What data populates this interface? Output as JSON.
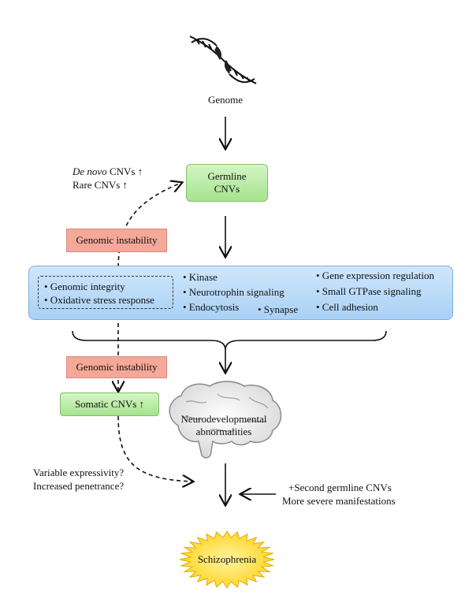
{
  "genome_label": "Genome",
  "germline_box": {
    "line1": "Germline",
    "line2": "CNVs"
  },
  "rate_notes": {
    "de_novo_italic": "De novo",
    "de_novo_rest": " CNVs ↑",
    "rare": "Rare CNVs ↑"
  },
  "genomic_instability_1": "Genomic instability",
  "genomic_instability_2": "Genomic instability",
  "pathways": {
    "dashed_group": [
      "• Genomic integrity",
      "• Oxidative  stress response"
    ],
    "col2": [
      "• Kinase",
      "• Neurotrophin signaling",
      "• Endocytosis"
    ],
    "synapse": "• Synapse",
    "col3": [
      "• Gene expression regulation",
      "• Small  GTPase signaling",
      "• Cell  adhesion"
    ]
  },
  "somatic_box": "Somatic CNVs ↑",
  "brain_label": {
    "line1": "Neurodevelopmental",
    "line2": "abnormalities"
  },
  "variable_note": {
    "line1": "Variable expressivity?",
    "line2": "Increased penetrance?"
  },
  "second_note": {
    "line1": "+Second germline CNVs",
    "line2": "More severe manifestations"
  },
  "outcome": "Schizophrenia",
  "colors": {
    "green_box": "#a6e38f",
    "red_box": "#f4a898",
    "blue_box": "#a9d1f5",
    "burst": "#ffd21f"
  },
  "icons": [
    "dna-icon",
    "brain-icon",
    "burst-icon"
  ]
}
